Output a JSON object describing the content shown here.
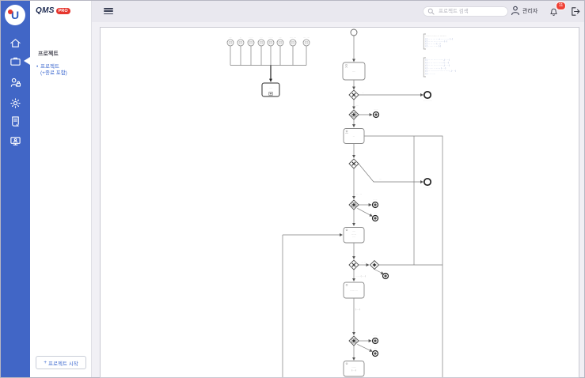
{
  "app": {
    "brand": "QMS",
    "brand_badge": "PRO",
    "logo_letter": "U"
  },
  "colors": {
    "sidebar_blue": "#4166c6",
    "accent_blue": "#3c68cf",
    "logo_red": "#e6362e",
    "badge_red": "#ef4136"
  },
  "panel": {
    "section_title": "프로젝트",
    "nav_link_line1": "프로젝트",
    "nav_link_line2": "(+종료 포함)",
    "nav_bullet": "•",
    "start_button_plus": "+",
    "start_button_label": "프로젝트 시작"
  },
  "header": {
    "search_placeholder": "프로젝트 검색",
    "user_name": "관리자",
    "notification_count": "11"
  },
  "diagram": {
    "top_labels": [
      "·····",
      "···",
      "······",
      "····",
      "······",
      "·····",
      "····· ····",
      "····· ····"
    ],
    "subprocess_text": "····",
    "tasks": {
      "t1": "·····",
      "t2": "···",
      "t3": [
        "·····",
        "········",
        "····"
      ],
      "t4": "······· ···",
      "t5": [
        "·······",
        "(····)"
      ]
    },
    "labels": {
      "g1_right": "···",
      "g1_below": "·····",
      "end1": "······· ·····",
      "evt1": "······",
      "g3_mid": "···",
      "end2": "······· ·····",
      "g3_below": "···· · ···",
      "evt2": "······",
      "evt3": "····",
      "g5_right": "··· ···",
      "g5_below": "·· ···· (·····)",
      "evt4": "······",
      "t4_below": "(·····)",
      "evt5": "······",
      "evt6": "····"
    },
    "annotation1": [
      "········· ········ ··· ··········",
      "(·) ··· ··· ···· ··· → ····· ·· ····· (···)",
      "(·) ··· ···· ····· ·· ········ (··)",
      "(·) ··· ··· ····· (····)",
      "(·) ·· ····· ·· ···· (··)"
    ],
    "annotation2": [
      "(·) ··· ···· ····· ·· ·······, (·· ···)",
      "(·) ··· ··· ····· ·· ·······, (·· ···)",
      "(·) ··· ···· ····· ·· ·······, (·· ···)",
      "(·) ·· ····· ·· ·······, (·· ···)",
      "(·) ··· · ···· ··· ···· ····· ·· ·······, (·· ···)",
      "(·) ·· ··· ·····"
    ]
  }
}
